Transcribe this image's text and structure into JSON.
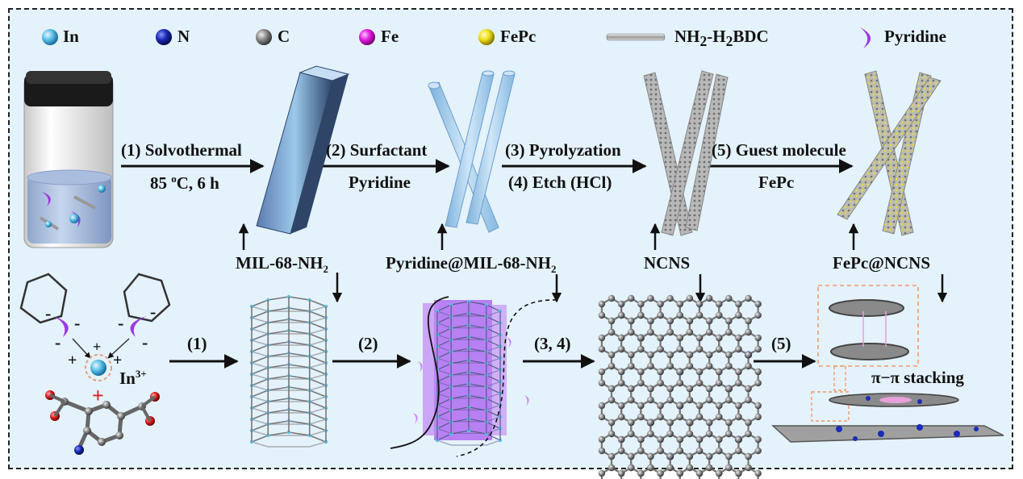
{
  "legend": {
    "in": "In",
    "n": "N",
    "c": "C",
    "fe": "Fe",
    "fepc": "FePc",
    "linker_a": "NH",
    "linker_sub1": "2",
    "linker_b": "-H",
    "linker_sub2": "2",
    "linker_c": "BDC",
    "pyridine": "Pyridine"
  },
  "steps": {
    "s1_top": "(1) Solvothermal",
    "s1_bot_a": "85 ",
    "s1_bot_sup": "o",
    "s1_bot_b": "C, 6 h",
    "s2_top": "(2) Surfactant",
    "s2_bot": "Pyridine",
    "s3_top": "(3) Pyrolyzation",
    "s4_bot": "(4) Etch (HCl)",
    "s5_top": "(5) Guest molecule",
    "s5_bot": "FePc"
  },
  "products": {
    "mil_a": "MIL-68-NH",
    "mil_sub": "2",
    "pyr_a": "Pyridine@MIL-68-NH",
    "pyr_sub": "2",
    "ncns": "NCNS",
    "fepc_ncns": "FePc@NCNS"
  },
  "bottom": {
    "arrow1": "(1)",
    "arrow2": "(2)",
    "arrow34": "(3, 4)",
    "arrow5": "(5)",
    "in_ion": "In",
    "in_charge": "3+",
    "plus": "+",
    "minus": "-",
    "stacking": "π−π stacking"
  },
  "colors": {
    "background": "#e4f2fb",
    "indium": "#5cc0e8",
    "nitrogen": "#1c2bb8",
    "carbon": "#8c8c8c",
    "iron": "#e21ee0",
    "fepc": "#f0e21a",
    "pyridine": "#9b3be0",
    "rod": "#9cc8ea",
    "accent_red": "#e01e1e",
    "dashed_orange": "#f09a6a"
  }
}
